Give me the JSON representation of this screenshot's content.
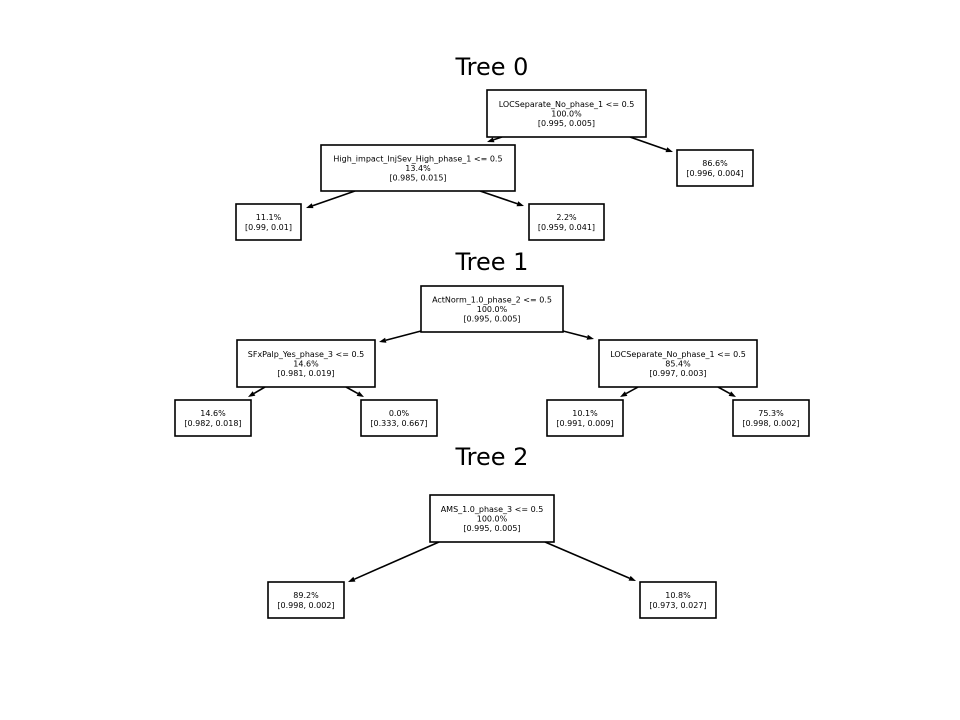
{
  "trees": [
    {
      "title": "Tree 0",
      "nodes": [
        {
          "id": "t0-root",
          "lines": [
            "LOCSeparate_No_phase_1 <= 0.5",
            "100.0%",
            "[0.995, 0.005]"
          ]
        },
        {
          "id": "t0-l",
          "lines": [
            "High_impact_InjSev_High_phase_1 <= 0.5",
            "13.4%",
            "[0.985, 0.015]"
          ]
        },
        {
          "id": "t0-r",
          "lines": [
            "86.6%",
            "[0.996, 0.004]"
          ]
        },
        {
          "id": "t0-ll",
          "lines": [
            "11.1%",
            "[0.99, 0.01]"
          ]
        },
        {
          "id": "t0-lr",
          "lines": [
            "2.2%",
            "[0.959, 0.041]"
          ]
        }
      ],
      "edges": [
        [
          "t0-root",
          "t0-l"
        ],
        [
          "t0-root",
          "t0-r"
        ],
        [
          "t0-l",
          "t0-ll"
        ],
        [
          "t0-l",
          "t0-lr"
        ]
      ]
    },
    {
      "title": "Tree 1",
      "nodes": [
        {
          "id": "t1-root",
          "lines": [
            "ActNorm_1.0_phase_2 <= 0.5",
            "100.0%",
            "[0.995, 0.005]"
          ]
        },
        {
          "id": "t1-l",
          "lines": [
            "SFxPalp_Yes_phase_3 <= 0.5",
            "14.6%",
            "[0.981, 0.019]"
          ]
        },
        {
          "id": "t1-r",
          "lines": [
            "LOCSeparate_No_phase_1 <= 0.5",
            "85.4%",
            "[0.997, 0.003]"
          ]
        },
        {
          "id": "t1-ll",
          "lines": [
            "14.6%",
            "[0.982, 0.018]"
          ]
        },
        {
          "id": "t1-lr",
          "lines": [
            "0.0%",
            "[0.333, 0.667]"
          ]
        },
        {
          "id": "t1-rl",
          "lines": [
            "10.1%",
            "[0.991, 0.009]"
          ]
        },
        {
          "id": "t1-rr",
          "lines": [
            "75.3%",
            "[0.998, 0.002]"
          ]
        }
      ],
      "edges": [
        [
          "t1-root",
          "t1-l"
        ],
        [
          "t1-root",
          "t1-r"
        ],
        [
          "t1-l",
          "t1-ll"
        ],
        [
          "t1-l",
          "t1-lr"
        ],
        [
          "t1-r",
          "t1-rl"
        ],
        [
          "t1-r",
          "t1-rr"
        ]
      ]
    },
    {
      "title": "Tree 2",
      "nodes": [
        {
          "id": "t2-root",
          "lines": [
            "AMS_1.0_phase_3 <= 0.5",
            "100.0%",
            "[0.995, 0.005]"
          ]
        },
        {
          "id": "t2-l",
          "lines": [
            "89.2%",
            "[0.998, 0.002]"
          ]
        },
        {
          "id": "t2-r",
          "lines": [
            "10.8%",
            "[0.973, 0.027]"
          ]
        }
      ],
      "edges": [
        [
          "t2-root",
          "t2-l"
        ],
        [
          "t2-root",
          "t2-r"
        ]
      ]
    }
  ]
}
